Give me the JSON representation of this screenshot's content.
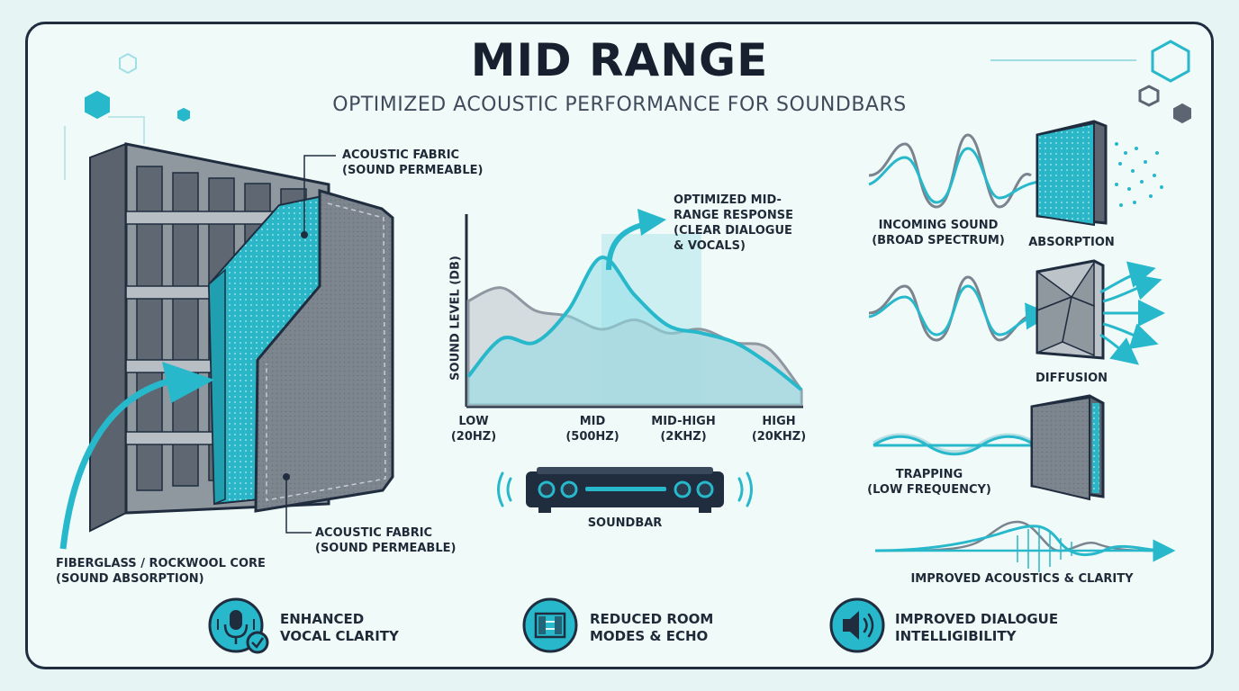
{
  "header": {
    "title": "MID RANGE",
    "subtitle": "OPTIMIZED ACOUSTIC PERFORMANCE FOR SOUNDBARS"
  },
  "panel": {
    "fabric_top": [
      "ACOUSTIC FABRIC",
      "(SOUND PERMEABLE)"
    ],
    "fabric_bottom": [
      "ACOUSTIC FABRIC",
      "(SOUND PERMEABLE)"
    ],
    "core": [
      "FIBERGLASS / ROCKWOOL CORE",
      "(SOUND ABSORPTION)"
    ]
  },
  "chart_data": {
    "type": "area",
    "ylabel": "SOUND LEVEL (dB)",
    "categories": [
      {
        "name": "LOW",
        "sub": "(20Hz)"
      },
      {
        "name": "MID",
        "sub": "(500Hz)"
      },
      {
        "name": "MID-HIGH",
        "sub": "(2kHz)"
      },
      {
        "name": "HIGH",
        "sub": "(20kHz)"
      }
    ],
    "annotation": [
      "OPTIMIZED MID-",
      "RANGE RESPONSE",
      "(CLEAR DIALOGUE",
      "& VOCALS)"
    ],
    "series": [
      {
        "values_x": [
          0,
          0.1,
          0.2,
          0.3,
          0.4,
          0.5,
          0.6,
          0.7,
          0.8,
          0.9,
          1.0
        ],
        "values_y": [
          0.55,
          0.62,
          0.5,
          0.47,
          0.4,
          0.45,
          0.38,
          0.4,
          0.33,
          0.3,
          0.08
        ]
      },
      {
        "values_x": [
          0,
          0.1,
          0.2,
          0.3,
          0.4,
          0.5,
          0.6,
          0.7,
          0.8,
          0.9,
          1.0
        ],
        "values_y": [
          0.15,
          0.35,
          0.33,
          0.5,
          0.78,
          0.58,
          0.42,
          0.38,
          0.33,
          0.22,
          0.08
        ]
      }
    ],
    "highlight_range": [
      0.4,
      0.7
    ],
    "colors": {
      "baseline": "#b9c3cb",
      "optimized": "#27b8cb",
      "highlight": "#bfe9ee"
    }
  },
  "soundbar": {
    "label": "SOUNDBAR"
  },
  "treatments": [
    {
      "wave_label": [
        "INCOMING SOUND",
        "(BROAD SPECTRUM)"
      ],
      "panel_label": "ABSORPTION"
    },
    {
      "panel_label": "DIFFUSION"
    },
    {
      "wave_label": [
        "TRAPPING",
        "(LOW FREQUENCY)"
      ]
    },
    {
      "wave_label": [
        "IMPROVED ACOUSTICS & CLARITY"
      ]
    }
  ],
  "features": [
    {
      "icon": "microphone-check-icon",
      "lines": [
        "ENHANCED",
        "VOCAL CLARITY"
      ]
    },
    {
      "icon": "room-modes-icon",
      "lines": [
        "REDUCED ROOM",
        "MODES & ECHO"
      ]
    },
    {
      "icon": "speaker-icon",
      "lines": [
        "IMPROVED DIALOGUE",
        "INTELLIGIBILITY"
      ]
    }
  ],
  "colors": {
    "accent": "#27b8cb",
    "dark": "#1f2d3f",
    "panel_gray": "#7a828c"
  }
}
